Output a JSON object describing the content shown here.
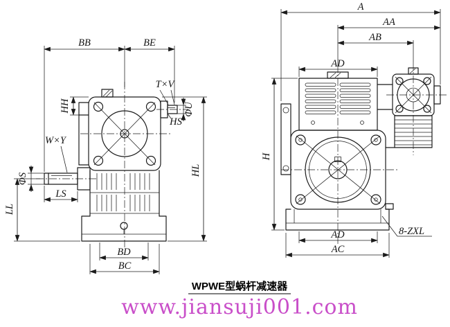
{
  "title": {
    "caption": "WPWE型蜗杆减速器",
    "watermark": "www.jiansuji001.com"
  },
  "colors": {
    "line": "#1b1b1b",
    "caption": "#000000",
    "watermark": "#c94fc9",
    "background": "#ffffff"
  },
  "left_view": {
    "labels": {
      "bb": "BB",
      "be": "BE",
      "hh": "HH",
      "txv": "T×V",
      "phi_u": "ΦU",
      "hs": "HS",
      "wxy": "W×Y",
      "phi_s": "ΦS",
      "ls": "LS",
      "ll": "LL",
      "hl": "HL",
      "bd": "BD",
      "bc": "BC"
    }
  },
  "right_view": {
    "labels": {
      "a": "A",
      "aa": "AA",
      "ab": "AB",
      "ad_top": "AD",
      "h": "H",
      "ad_bottom": "AD",
      "ac": "AC",
      "zxl": "8-ZXL"
    }
  }
}
